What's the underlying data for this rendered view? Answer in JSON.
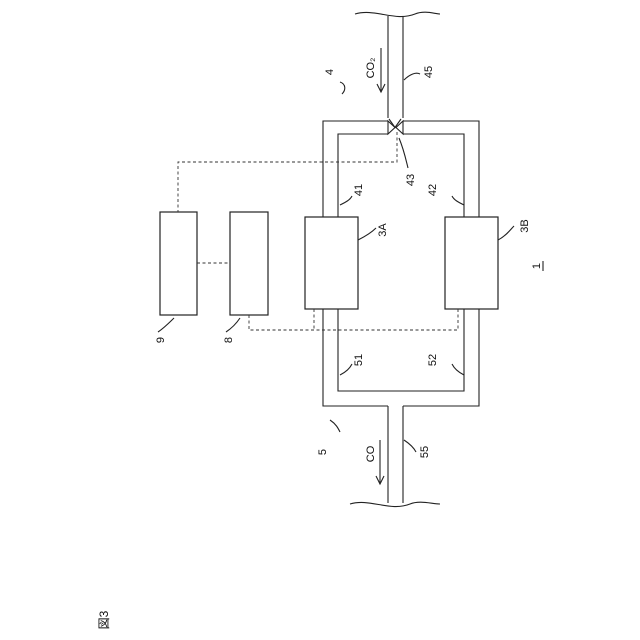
{
  "figure": {
    "caption": "図3",
    "system_ref": "1"
  },
  "labels": {
    "co2": "CO₂",
    "co": "CO",
    "n4": "4",
    "n5": "5",
    "n41": "41",
    "n42": "42",
    "n43": "43",
    "n45": "45",
    "n51": "51",
    "n52": "52",
    "n55": "55",
    "n3a": "3A",
    "n3b": "3B",
    "n8": "8",
    "n9": "9"
  }
}
